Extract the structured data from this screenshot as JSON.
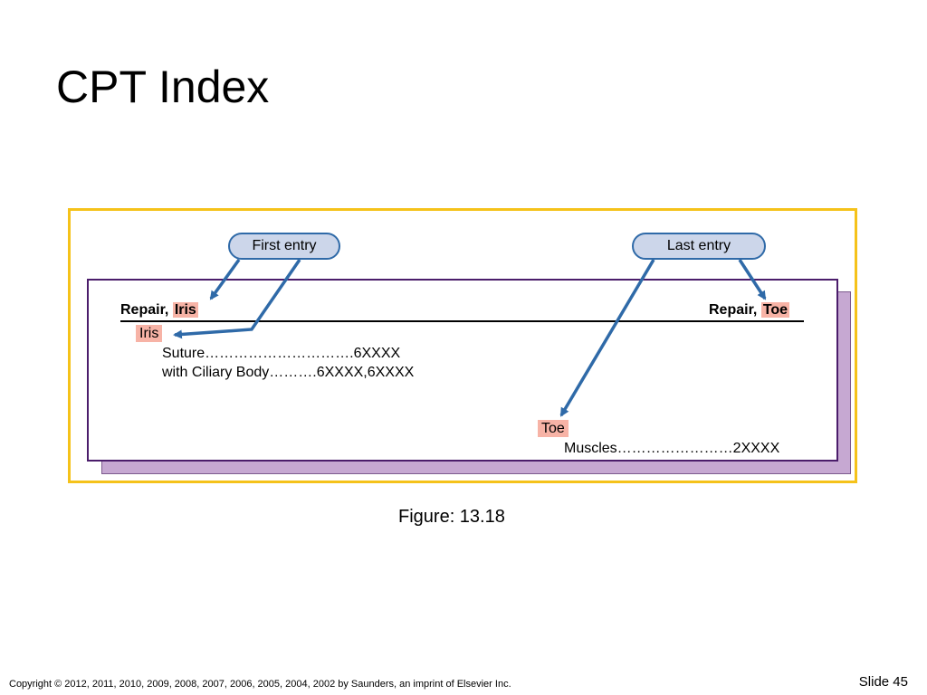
{
  "title": "CPT Index",
  "labels": {
    "first_entry": "First entry",
    "last_entry": "Last entry"
  },
  "index": {
    "left_heading": {
      "prefix": "Repair, ",
      "term": "Iris"
    },
    "right_heading": {
      "prefix": "Repair, ",
      "term": "Toe"
    },
    "iris_term": "Iris",
    "iris_entries": [
      "Suture………………………….6XXXX",
      "with Ciliary Body……….6XXXX,6XXXX"
    ],
    "toe_term": "Toe",
    "toe_entries": [
      "Muscles……………………2XXXX"
    ]
  },
  "figure_caption": "Figure: 13.18",
  "footer": "Copyright © 2012, 2011, 2010, 2009, 2008, 2007, 2006, 2005, 2004, 2002 by Saunders, an imprint of Elsevier Inc.",
  "slide_label": "Slide 45",
  "colors": {
    "frame": "#f5c21a",
    "arrow": "#2f6aa8",
    "pill_fill": "#ccd6ea",
    "highlight": "#f7b3a6",
    "page_border": "#4b1d6b",
    "page_shadow": "#c6a8d2"
  }
}
